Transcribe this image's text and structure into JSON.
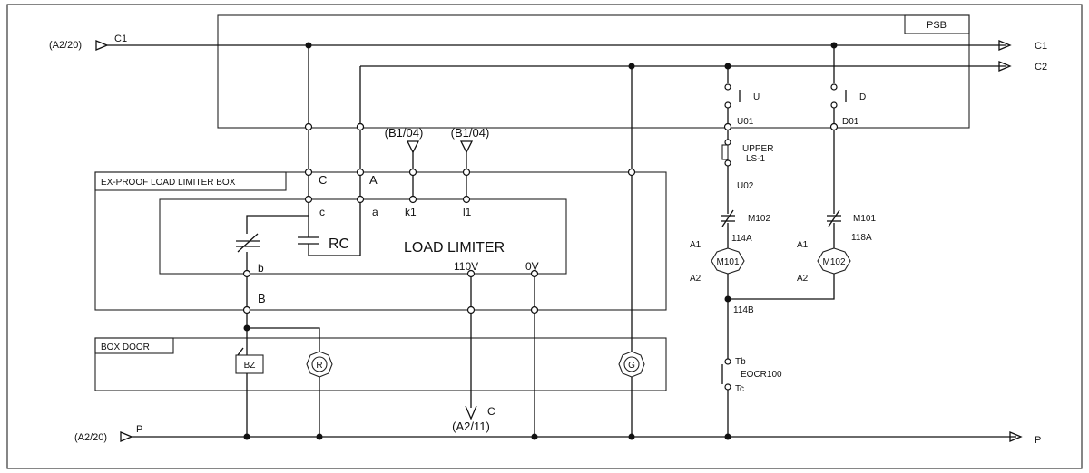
{
  "labels": {
    "psb": "PSB",
    "ref_a2_20_top": "(A2/20)",
    "c1_left": "C1",
    "c1_right": "C1",
    "c2_right": "C2",
    "ref_a2_20_bottom": "(A2/20)",
    "p_left": "P",
    "p_right": "P",
    "ex_proof_box": "EX-PROOF LOAD LIMITER BOX",
    "ref_b1_04_a": "(B1/04)",
    "ref_b1_04_b": "(B1/04)",
    "term_C": "C",
    "term_A": "A",
    "term_c": "c",
    "term_a": "a",
    "term_k1": "k1",
    "term_l1": "l1",
    "rc": "RC",
    "load_limiter": "LOAD LIMITER",
    "term_b": "b",
    "term_110v": "110V",
    "term_0v": "0V",
    "term_B": "B",
    "box_door": "BOX DOOR",
    "bz": "BZ",
    "lamp_r": "R",
    "lamp_g": "G",
    "out_c": "C",
    "ref_a2_11": "(A2/11)",
    "sw_u": "U",
    "sw_d": "D",
    "u01": "U01",
    "d01": "D01",
    "upper_ls_1": "UPPER",
    "upper_ls_2": "LS-1",
    "u02": "U02",
    "m102_contact": "M102",
    "m101_contact": "M101",
    "a1_left": "A1",
    "a1_right": "A1",
    "w114a": "114A",
    "w118a": "118A",
    "coil_m101": "M101",
    "coil_m102": "M102",
    "a2_left": "A2",
    "a2_right": "A2",
    "w114b": "114B",
    "tb": "Tb",
    "eocr": "EOCR100",
    "tc": "Tc"
  }
}
